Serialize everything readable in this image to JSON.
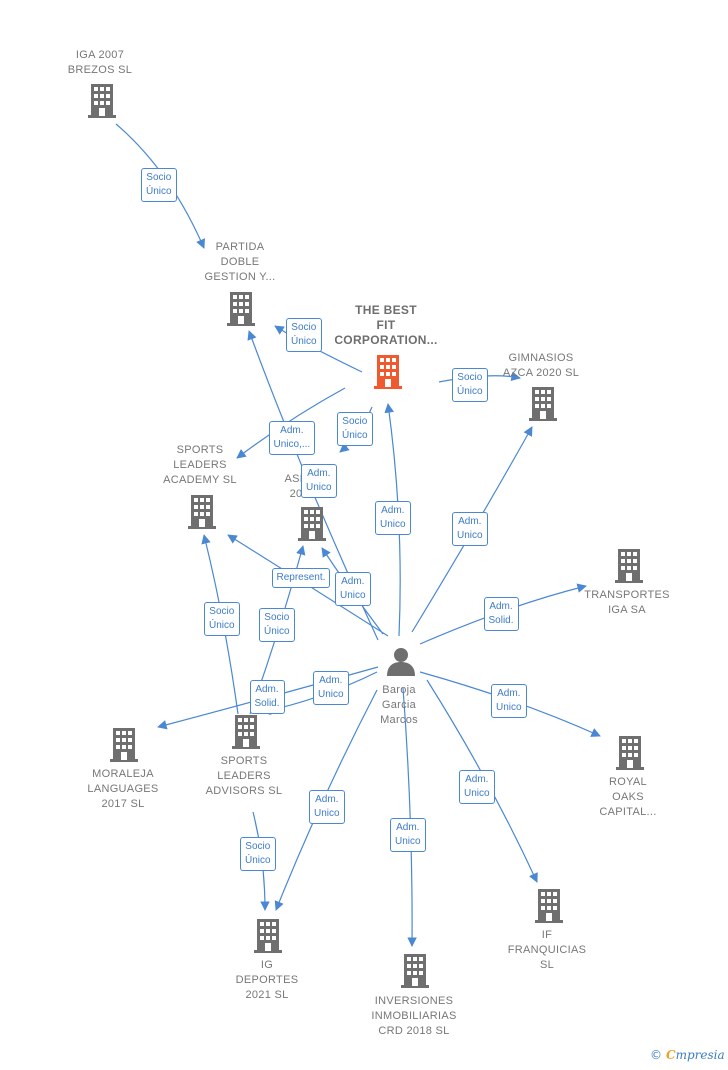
{
  "colors": {
    "company": "#6f6f6f",
    "focus": "#ef5b2e",
    "person": "#6f6f6f",
    "edge": "#4a88d4",
    "edge_text": "#3d7cc9",
    "label": "#777777"
  },
  "nodes": [
    {
      "id": "iga2007",
      "type": "company",
      "lines": [
        "IGA 2007",
        "BREZOS  SL"
      ]
    },
    {
      "id": "partida",
      "type": "company",
      "lines": [
        "PARTIDA",
        "DOBLE",
        "GESTION Y..."
      ]
    },
    {
      "id": "bestfit",
      "type": "focus",
      "lines": [
        "THE BEST",
        "FIT",
        "CORPORATION..."
      ]
    },
    {
      "id": "gimnasios",
      "type": "company",
      "lines": [
        "GIMNASIOS",
        "AZCA 2020  SL"
      ]
    },
    {
      "id": "sla",
      "type": "company",
      "lines": [
        "SPORTS",
        "LEADERS",
        "ACADEMY  SL"
      ]
    },
    {
      "id": "ase",
      "type": "company",
      "lines": [
        "ASE",
        "20"
      ]
    },
    {
      "id": "transportes",
      "type": "company",
      "lines": [
        "TRANSPORTES",
        "IGA SA"
      ]
    },
    {
      "id": "moraleja",
      "type": "company",
      "lines": [
        "MORALEJA",
        "LANGUAGES",
        "2017  SL"
      ]
    },
    {
      "id": "sladv",
      "type": "company",
      "lines": [
        "SPORTS",
        "LEADERS",
        "ADVISORS  SL"
      ]
    },
    {
      "id": "royal",
      "type": "company",
      "lines": [
        "ROYAL",
        "OAKS",
        "CAPITAL..."
      ]
    },
    {
      "id": "igdep",
      "type": "company",
      "lines": [
        "IG",
        "DEPORTES",
        "2021  SL"
      ]
    },
    {
      "id": "inversiones",
      "type": "company",
      "lines": [
        "INVERSIONES",
        "INMOBILIARIAS",
        "CRD 2018  SL"
      ]
    },
    {
      "id": "iffran",
      "type": "company",
      "lines": [
        "IF",
        "FRANQUICIAS",
        "SL"
      ]
    },
    {
      "id": "person",
      "type": "person",
      "lines": [
        "Baroja",
        "Garcia",
        "Marcos"
      ]
    }
  ],
  "edges": [
    {
      "id": "e-iga-partida",
      "lines": [
        "Socio",
        "Único"
      ]
    },
    {
      "id": "e-bestfit-partida",
      "lines": [
        "Socio",
        "Único"
      ]
    },
    {
      "id": "e-bestfit-gimnasios",
      "lines": [
        "Socio",
        "Único"
      ]
    },
    {
      "id": "e-bestfit-ase",
      "lines": [
        "Socio",
        "Único"
      ]
    },
    {
      "id": "e-bestfit-sla",
      "lines": [
        "Adm.",
        "Unico,..."
      ]
    },
    {
      "id": "e-person-partida",
      "lines": [
        "Adm.",
        "Unico"
      ]
    },
    {
      "id": "e-person-bestfit",
      "lines": [
        "Adm.",
        "Unico"
      ]
    },
    {
      "id": "e-person-gimnasios",
      "lines": [
        "Adm.",
        "Unico"
      ]
    },
    {
      "id": "e-person-transportes",
      "lines": [
        "Adm.",
        "Solid."
      ]
    },
    {
      "id": "e-person-sla",
      "lines": [
        "Represent."
      ]
    },
    {
      "id": "e-person-ase",
      "lines": [
        "Adm.",
        "Unico"
      ]
    },
    {
      "id": "e-sladv-sla",
      "lines": [
        "Socio",
        "Único"
      ]
    },
    {
      "id": "e-sladv-ase",
      "lines": [
        "Socio",
        "Único"
      ]
    },
    {
      "id": "e-person-moraleja",
      "lines": [
        "Adm.",
        "Solid."
      ]
    },
    {
      "id": "e-person-sladv",
      "lines": [
        "Adm.",
        "Unico"
      ]
    },
    {
      "id": "e-person-royal",
      "lines": [
        "Adm.",
        "Unico"
      ]
    },
    {
      "id": "e-person-iffran",
      "lines": [
        "Adm.",
        "Unico"
      ]
    },
    {
      "id": "e-person-inversiones",
      "lines": [
        "Adm.",
        "Unico"
      ]
    },
    {
      "id": "e-person-igdep",
      "lines": [
        "Adm.",
        "Unico"
      ]
    },
    {
      "id": "e-sladv-igdep",
      "lines": [
        "Socio",
        "Único"
      ]
    }
  ],
  "footer": {
    "copyright": "©",
    "brand_first": "C",
    "brand_rest": "mpresia"
  }
}
